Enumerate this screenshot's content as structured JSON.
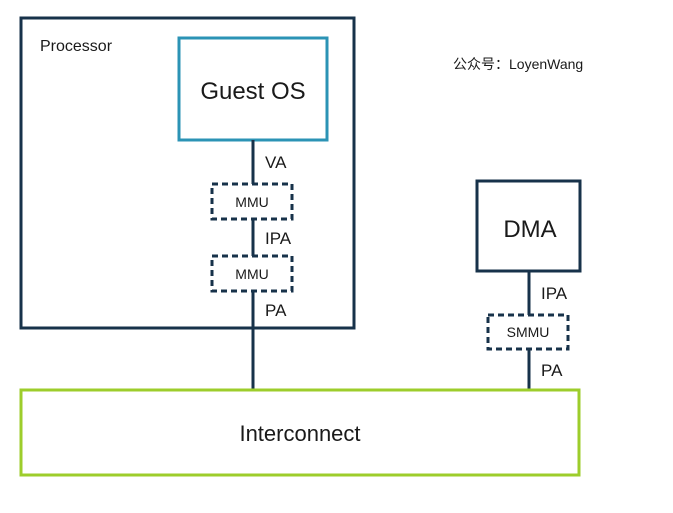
{
  "watermark": "公众号：LoyenWang",
  "colors": {
    "navy": "#17324a",
    "teal": "#2b93b5",
    "green": "#9dcd2b",
    "text": "#1a1a1a"
  },
  "nodes": {
    "processor": "Processor",
    "guest_os": "Guest OS",
    "mmu_stage1": "MMU",
    "mmu_stage2": "MMU",
    "dma": "DMA",
    "smmu": "SMMU",
    "interconnect": "Interconnect"
  },
  "edges": {
    "guest_to_mmu1": "VA",
    "mmu1_to_mmu2": "IPA",
    "mmu2_to_interconnect": "PA",
    "dma_to_smmu": "IPA",
    "smmu_to_interconnect": "PA"
  }
}
